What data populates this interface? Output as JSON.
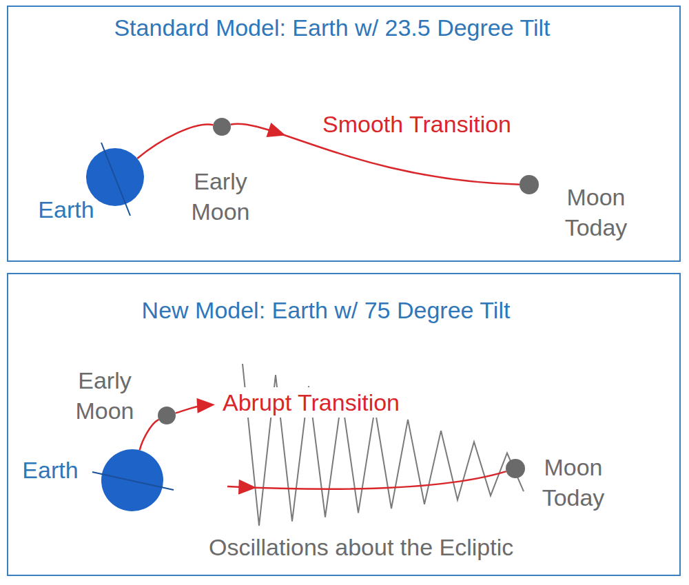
{
  "diagram": {
    "nodes": [
      {
        "text": [
          "Standard Model:  Earth w/ 23.5 Degree Tilt"
        ]
      },
      {
        "text": [
          "Earth"
        ],
        "in": 0
      },
      {
        "text": [
          "Early Moon"
        ],
        "in": 0
      },
      {
        "text": [
          "Moon Today"
        ],
        "in": 0
      },
      {
        "text": [
          "New Model:  Earth w/ 75 Degree Tilt"
        ]
      },
      {
        "text": [
          "Earth"
        ],
        "in": 4
      },
      {
        "text": [
          "Early Moon"
        ],
        "in": 4
      },
      {
        "text": [
          "Moon Today"
        ],
        "in": 4
      }
    ],
    "edges": [
      {
        "from": 1,
        "to": 2,
        "arrow": "none"
      },
      {
        "from": 2,
        "to": 3,
        "arrow": "to"
      },
      {
        "from": 5,
        "to": 6,
        "arrow": "none"
      },
      {
        "from": 6,
        "to": 7,
        "arrow": "to"
      }
    ],
    "labels": [
      "Smooth Transition",
      "Abrupt Transition",
      "Oscillations about the Ecliptic"
    ]
  }
}
